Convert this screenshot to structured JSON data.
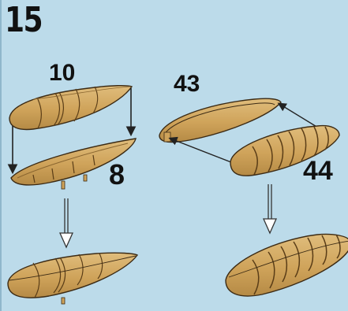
{
  "step": {
    "number": "15"
  },
  "parts": {
    "upper_left": "10",
    "lower_left": "8",
    "upper_right": "43",
    "lower_right": "44"
  },
  "colors": {
    "background": "#bcdbea",
    "part_fill": "#d2a861",
    "part_outline": "#3b2a14",
    "arrow": "#222222"
  }
}
